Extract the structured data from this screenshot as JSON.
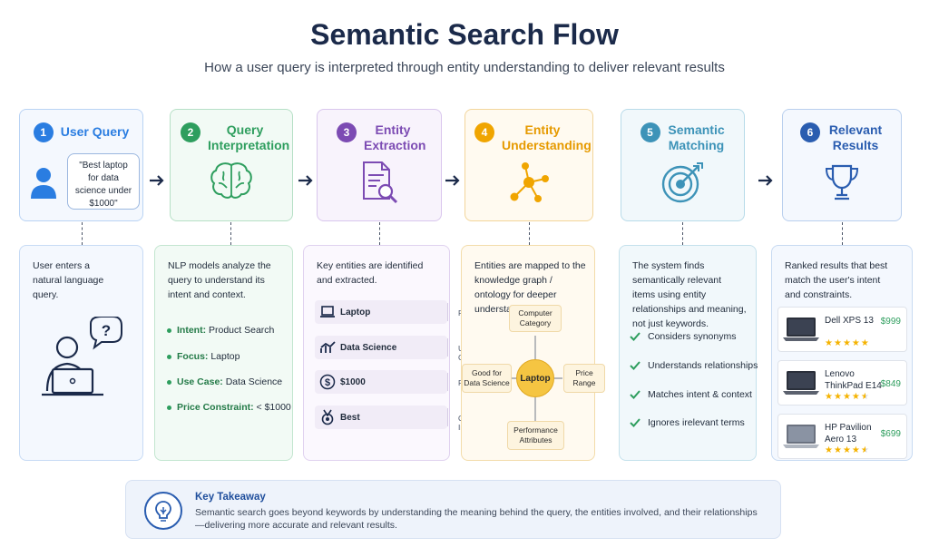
{
  "title": "Semantic Search Flow",
  "subtitle": "How a user query is interpreted through entity understanding to deliver relevant results",
  "colors": {
    "blue": "#2a7de1",
    "green": "#2e9e5e",
    "purple": "#7c4bb3",
    "orange": "#f0a500",
    "teal": "#3d93b8",
    "navy": "#2a5db0"
  },
  "steps": [
    {
      "num": "1",
      "title": "User Query",
      "query": "\"Best laptop for data science under $1000\"",
      "description": "User enters a natural language query."
    },
    {
      "num": "2",
      "title": "Query Interpretation",
      "description": "NLP models analyze the query to understand its intent and context."
    },
    {
      "num": "3",
      "title": "Entity Extraction",
      "description": "Key entities are identified and extracted."
    },
    {
      "num": "4",
      "title": "Entity Understanding",
      "description": "Entities are mapped to the knowledge graph / ontology for deeper understanding."
    },
    {
      "num": "5",
      "title": "Semantic Matching",
      "description": "The system finds semantically relevant items using entity relationships and meaning, not just keywords."
    },
    {
      "num": "6",
      "title": "Relevant Results",
      "description": "Ranked results that best match the user's intent and constraints."
    }
  ],
  "interpretation": [
    {
      "label": "Intent:",
      "value": " Product Search"
    },
    {
      "label": "Focus:",
      "value": " Laptop"
    },
    {
      "label": "Use Case:",
      "value": " Data Science"
    },
    {
      "label": "Price Constraint:",
      "value": " < $1000"
    }
  ],
  "entities": [
    {
      "name": "Laptop",
      "type": "Product",
      "icon": "laptop-icon"
    },
    {
      "name": "Data Science",
      "type": "Use Case",
      "icon": "chart-icon"
    },
    {
      "name": "$1000",
      "type": "Price",
      "icon": "dollar-icon"
    },
    {
      "name": "Best",
      "type": "Quality Intent",
      "icon": "medal-icon"
    }
  ],
  "graph": {
    "center": "Laptop",
    "top": "Computer Category",
    "left": "Good for Data Science",
    "right": "Price Range",
    "bottom": "Performance Attributes"
  },
  "matching": [
    "Considers synonyms",
    "Understands relationships",
    "Matches intent & context",
    "Ignores irelevant terms"
  ],
  "results": [
    {
      "name": "Dell XPS 13",
      "price": "$999",
      "stars": "★★★★★",
      "rating": 5
    },
    {
      "name": "Lenovo ThinkPad E14",
      "price": "$849",
      "stars": "★★★★★",
      "rating": 4.5
    },
    {
      "name": "HP Pavilion Aero 13",
      "price": "$699",
      "stars": "★★★★★",
      "rating": 4.5
    }
  ],
  "takeaway": {
    "title": "Key Takeaway",
    "text": "Semantic search goes beyond keywords by understanding the meaning behind the query, the entities involved, and their relationships—delivering more accurate and relevant results."
  }
}
